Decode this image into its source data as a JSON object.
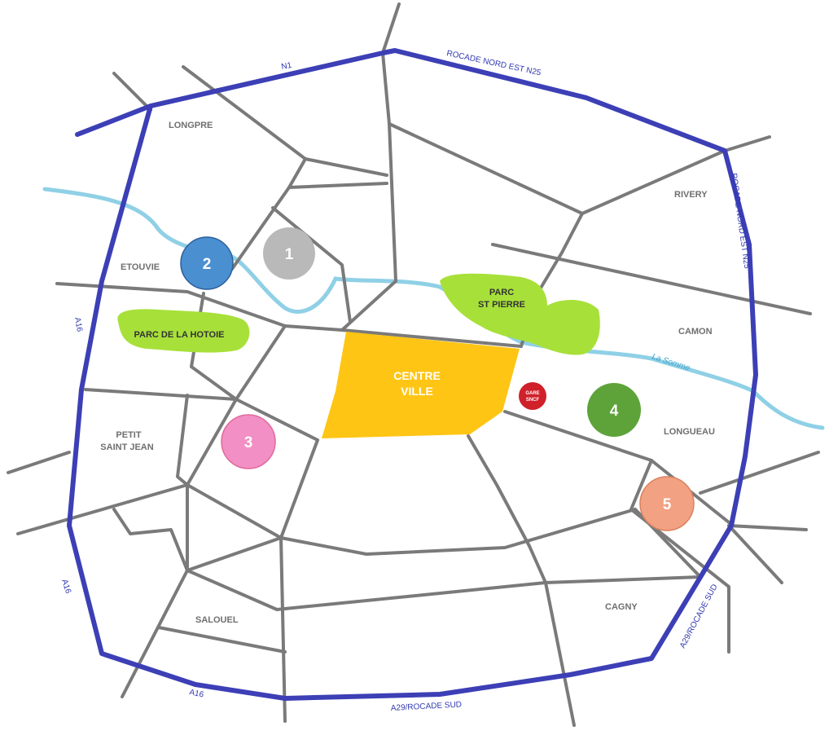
{
  "districts": {
    "longpre": "LONGPRE",
    "rivery": "RIVERY",
    "etouvie": "ETOUVIE",
    "camon": "CAMON",
    "longueau": "LONGUEAU",
    "petit_saint_jean_1": "PETIT",
    "petit_saint_jean_2": "SAINT JEAN",
    "cagny": "CAGNY",
    "salouel": "SALOUEL"
  },
  "roads": {
    "n1": "N1",
    "rocade_nord_est_top": "ROCADE NORD EST N25",
    "rocade_nord_est_right": "ROCADE NORD EST N25",
    "a16_left_upper": "A16",
    "a16_left_lower": "A16",
    "a16_bottom": "A16",
    "a29_bottom": "A29/ROCADE SUD",
    "a29_right": "A29/ROCADE SUD"
  },
  "parks": {
    "hotoie": "PARC DE LA HOTOIE",
    "st_pierre_1": "PARC",
    "st_pierre_2": "ST PIERRE"
  },
  "centre": {
    "line1": "CENTRE",
    "line2": "VILLE"
  },
  "river": {
    "name": "La Somme"
  },
  "station": {
    "line1": "GARE",
    "line2": "SNCF"
  },
  "markers": [
    {
      "label": "1",
      "color": "#b9b9b9"
    },
    {
      "label": "2",
      "color": "#4a8fd0"
    },
    {
      "label": "3",
      "color": "#f28fc4"
    },
    {
      "label": "4",
      "color": "#5ea33a"
    },
    {
      "label": "5",
      "color": "#f2a182"
    }
  ],
  "colors": {
    "ring_road": "#3c3fb5",
    "streets": "#7a7a7a",
    "river": "#8fd0e6",
    "park": "#a8e03a",
    "centre": "#ffc515",
    "station": "#d0202a"
  }
}
